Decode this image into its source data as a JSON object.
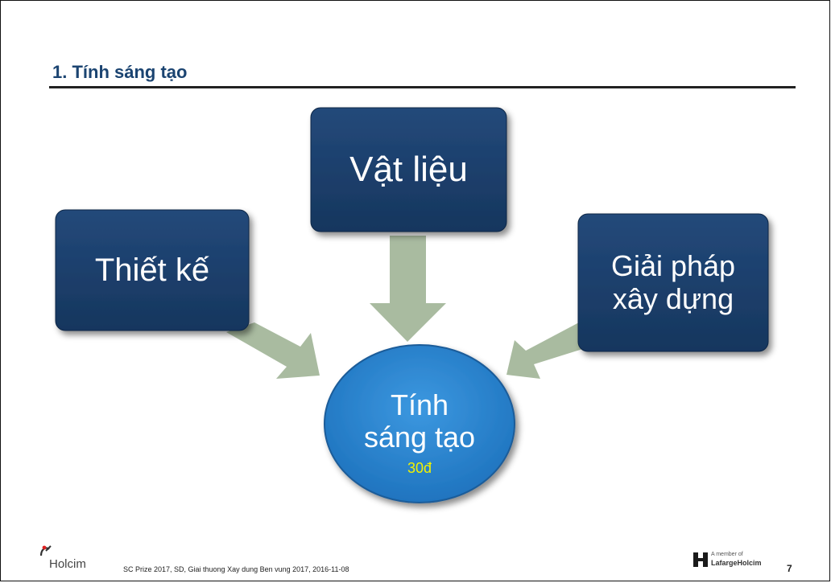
{
  "slide": {
    "title": "1. Tính sáng tạo",
    "page_number": "7",
    "footer": "SC Prize 2017, SD, Giai thuong Xay dung Ben vung 2017, 2016-11-08"
  },
  "diagram": {
    "boxes": [
      {
        "label": "Thiết kế"
      },
      {
        "label": "Vật liệu"
      },
      {
        "label_line1": "Giải pháp",
        "label_line2": "xây dựng"
      }
    ],
    "center": {
      "label_line1": "Tính",
      "label_line2": "sáng tạo",
      "points": "30đ"
    }
  },
  "logos": {
    "holcim": "Holcim",
    "lafarge_sub": "A member of",
    "lafarge_name": "LafargeHolcim"
  },
  "colors": {
    "box": "#1b3e6a",
    "arrow": "#a9bba0",
    "circle": "#2b86d1",
    "points_text": "#f2f200",
    "title": "#1b4471"
  }
}
